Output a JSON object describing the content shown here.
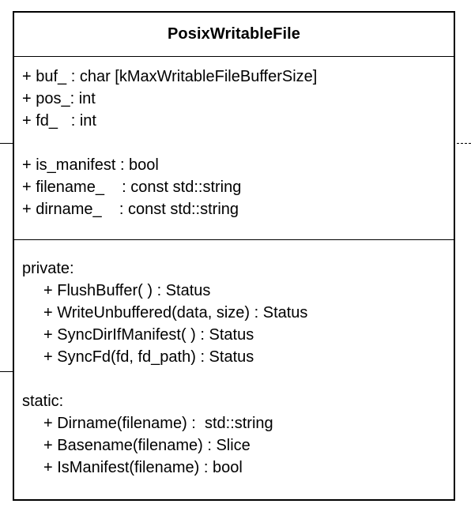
{
  "class": {
    "name": "PosixWritableFile",
    "attributes_group1": [
      "+ buf_ : char [kMaxWritableFileBufferSize]",
      "+ pos_: int",
      "+ fd_   : int"
    ],
    "attributes_group2": [
      "+ is_manifest : bool",
      "+ filename_    : const std::string",
      "+ dirname_    : const std::string"
    ],
    "private_label": "private:",
    "private_methods": [
      "+ FlushBuffer( ) : Status",
      "+ WriteUnbuffered(data, size) : Status",
      "+ SyncDirIfManifest( ) : Status",
      "+ SyncFd(fd, fd_path) : Status"
    ],
    "static_label": "static:",
    "static_methods": [
      "+ Dirname(filename) :  std::string",
      "+ Basename(filename) : Slice",
      "+ IsManifest(filename) : bool"
    ]
  }
}
